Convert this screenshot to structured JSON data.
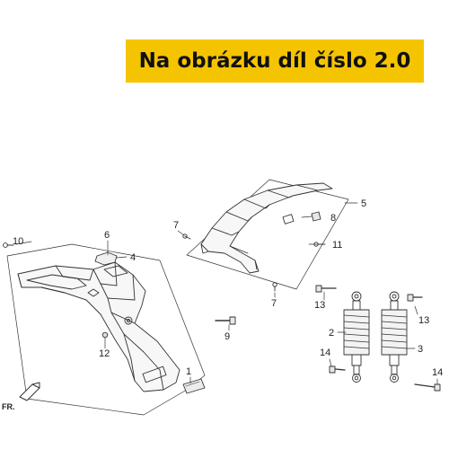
{
  "banner": {
    "text": "Na obrázku díl číslo 2.0"
  },
  "callouts": {
    "c1": "1",
    "c2": "2",
    "c3": "3",
    "c4": "4",
    "c5": "5",
    "c6": "6",
    "c7a": "7",
    "c7b": "7",
    "c8": "8",
    "c9": "9",
    "c10": "10",
    "c11": "11",
    "c12": "12",
    "c13a": "13",
    "c13b": "13",
    "c14a": "14",
    "c14b": "14"
  },
  "direction": {
    "label": "FR."
  },
  "colors": {
    "banner_bg": "#f5c400",
    "line": "#333333"
  }
}
